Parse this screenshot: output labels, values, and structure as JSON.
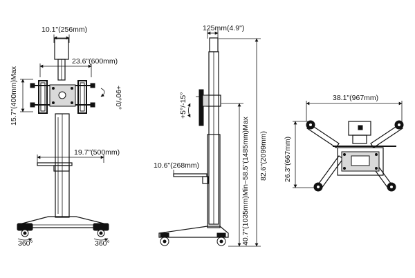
{
  "front_view": {
    "dim_top_width": "10.1\"(256mm)",
    "dim_mount_width": "23.6\"(600mm)",
    "dim_mount_height": "15.7\"(400mm)Max",
    "dim_tilt": "+90°/0°",
    "dim_shelf_width": "19.7\"(500mm)",
    "swivel_left": "360°",
    "swivel_right": "360°"
  },
  "side_view": {
    "dim_column_depth": "125mm(4.9\")",
    "dim_tilt": "+5°/-15°",
    "dim_shelf_depth": "10.6\"(268mm)",
    "dim_height_range": "40.7\"(1035mm)Min~58.5\"(1485mm)Max",
    "dim_total_height": "82.6\"(2099mm)"
  },
  "bracket_view": {
    "dim_width": "38.1\"(967mm)",
    "dim_height": "26.3\"(667mm)"
  }
}
